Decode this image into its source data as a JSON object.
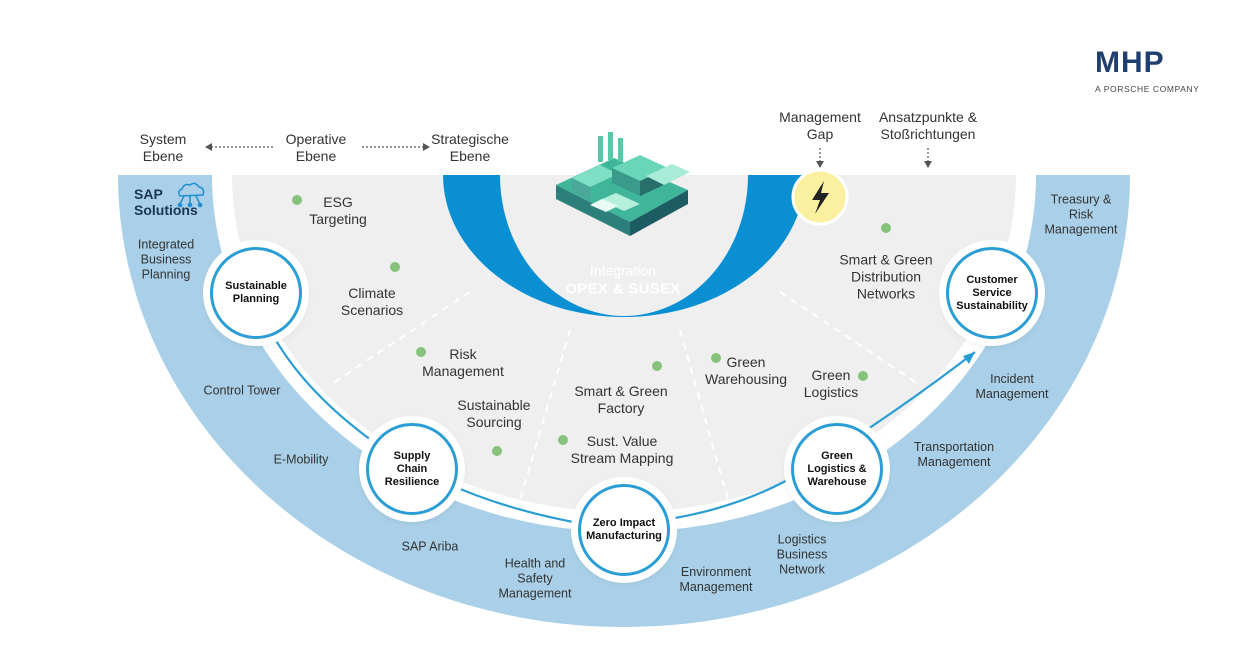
{
  "logo": {
    "main": "MHP",
    "sub": "A PORSCHE COMPANY"
  },
  "levels": {
    "system": "System\nEbene",
    "operative": "Operative\nEbene",
    "strategic": "Strategische\nEbene"
  },
  "top_right": {
    "management_gap": "Management\nGap",
    "ansatzpunkte": "Ansatzpunkte &\nStoßrichtungen"
  },
  "sap": {
    "title": "SAP\nSolutions"
  },
  "hub": {
    "line1": "Integration",
    "line2": "OPEX & SUSEX"
  },
  "sap_items": {
    "ibp": "Integrated\nBusiness\nPlanning",
    "control_tower": "Control Tower",
    "emobility": "E-Mobility",
    "ariba": "SAP Ariba",
    "health": "Health and\nSafety\nManagement",
    "environment": "Environment\nManagement",
    "logistics_network": "Logistics\nBusiness\nNetwork",
    "transportation": "Transportation\nManagement",
    "incident": "Incident\nManagement",
    "treasury": "Treasury &\nRisk\nManagement"
  },
  "nodes": {
    "sustainable_planning": "Sustainable\nPlanning",
    "supply_chain": "Supply\nChain\nResilience",
    "zero_impact": "Zero Impact\nManufacturing",
    "green_logistics": "Green\nLogistics &\nWarehouse",
    "customer_service": "Customer\nService\nSustainability"
  },
  "topics": {
    "esg": "ESG\nTargeting",
    "climate": "Climate\nScenarios",
    "risk": "Risk\nManagement",
    "sourcing": "Sustainable\nSourcing",
    "smart_factory": "Smart & Green\nFactory",
    "stream": "Sust. Value\nStream Mapping",
    "warehousing": "Green\nWarehousing",
    "green_logistics": "Green\nLogistics",
    "distribution": "Smart & Green\nDistribution\nNetworks"
  },
  "colors": {
    "outer_band": "#a9d0e8",
    "inner_fill": "#f0f0f0",
    "hub_blue": "#0a90d2",
    "node_border": "#2a9ed4",
    "dot_green": "#86c27b",
    "gap_yellow": "#fbf0a0"
  }
}
